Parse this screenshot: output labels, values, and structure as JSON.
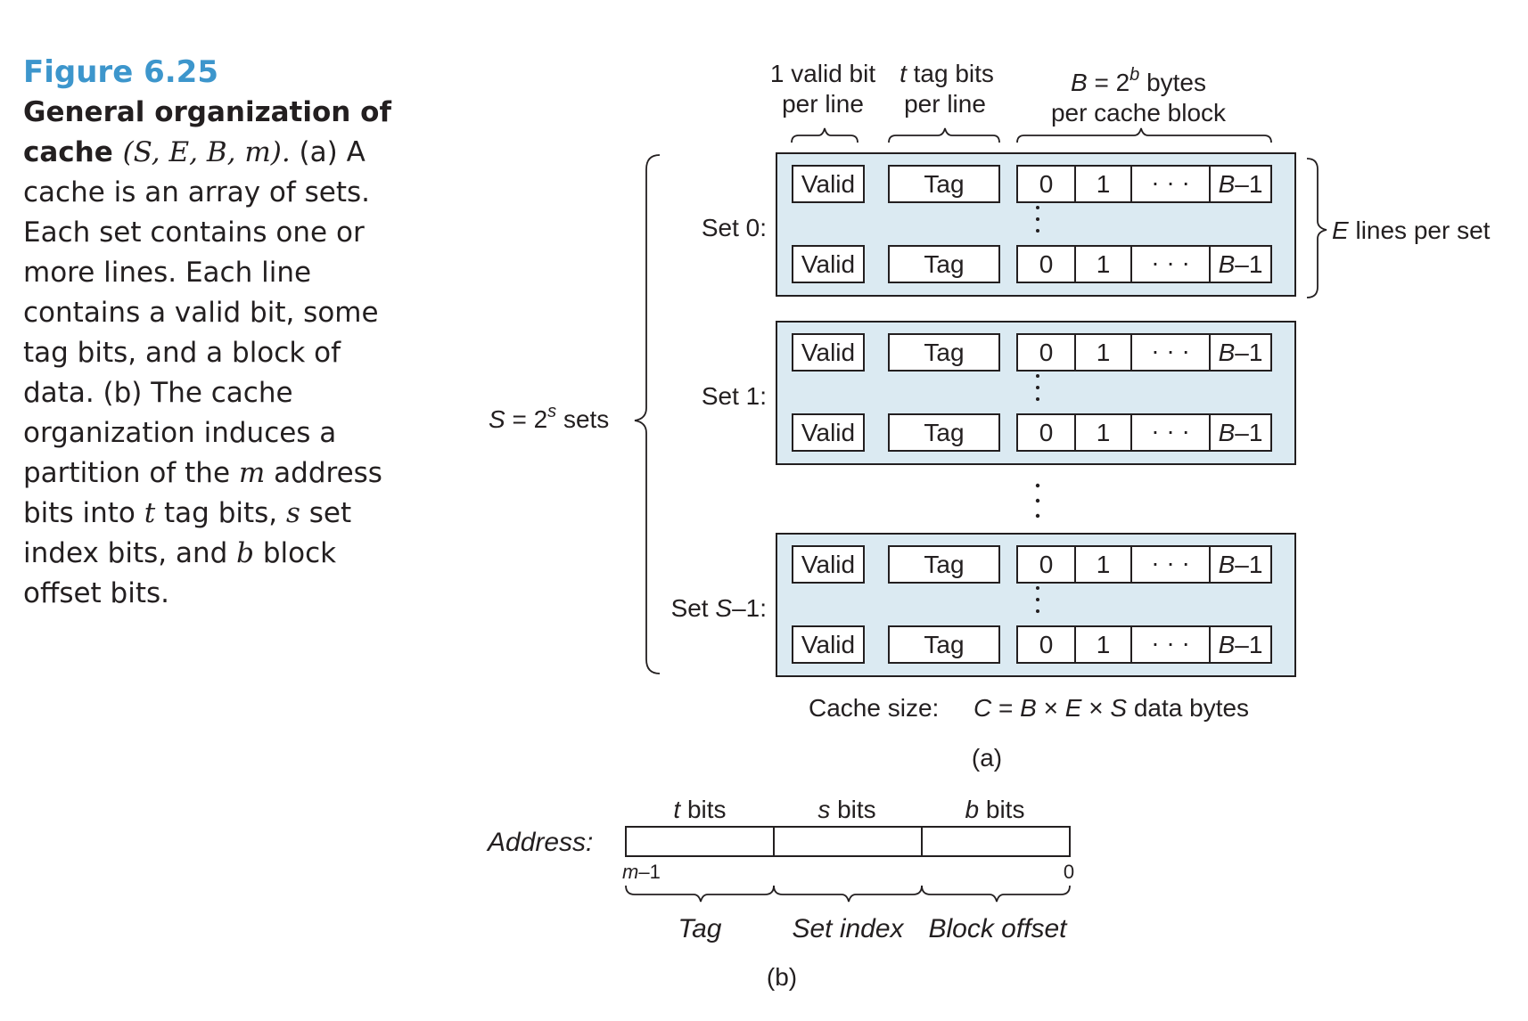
{
  "caption": {
    "figure_number": "Figure 6.25",
    "title_prefix": "General organization of cache ",
    "title_math": "(S, E, B, m).",
    "body_1": "(a) A cache is an array of sets. Each set contains one or more lines. Each line contains a valid bit, some tag bits, and a block of data. (b) The cache organization induces a partition of the ",
    "var_m": "m",
    "body_2": " address bits into ",
    "var_t": "t",
    "body_3": " tag bits, ",
    "var_s": "s",
    "body_4": " set index bits, and ",
    "var_b": "b",
    "body_5": " block offset bits."
  },
  "diagram_a": {
    "header_valid_1": "1 valid bit",
    "header_valid_2": "per line",
    "header_tag_var": "t",
    "header_tag_1": " tag bits",
    "header_tag_2": "per line",
    "header_block_var": "B",
    "header_block_eq": " = 2",
    "header_block_exp": "b",
    "header_block_unit": " bytes",
    "header_block_2": "per cache block",
    "sets_label_var": "S",
    "sets_label_eq": " = 2",
    "sets_label_exp": "s",
    "sets_label_unit": " sets",
    "lines_label_var": "E",
    "lines_label_rest": " lines per set",
    "sets": [
      {
        "label_prefix": "Set 0:",
        "label_var": "",
        "label_suffix": ""
      },
      {
        "label_prefix": "Set 1:",
        "label_var": "",
        "label_suffix": ""
      },
      {
        "label_prefix": "Set ",
        "label_var": "S",
        "label_suffix": "–1:"
      }
    ],
    "line": {
      "valid": "Valid",
      "tag": "Tag",
      "byte_0": "0",
      "byte_1": "1",
      "ellipsis": "· · ·",
      "byte_last_var": "B",
      "byte_last_suffix": "–1"
    },
    "cache_size_label": "Cache size:",
    "cache_size_formula": {
      "c": "C",
      "eq": " = ",
      "b": "B",
      "x1": " × ",
      "e": "E",
      "x2": " × ",
      "s": "S",
      "unit": " data bytes"
    },
    "sublabel": "(a)"
  },
  "diagram_b": {
    "address_label": "Address:",
    "fields": [
      {
        "bits_var": "t",
        "bits_label": " bits",
        "name": "Tag"
      },
      {
        "bits_var": "s",
        "bits_label": " bits",
        "name": "Set index"
      },
      {
        "bits_var": "b",
        "bits_label": " bits",
        "name": "Block offset"
      }
    ],
    "msb_var": "m",
    "msb_suffix": "–1",
    "lsb": "0",
    "sublabel": "(b)"
  }
}
